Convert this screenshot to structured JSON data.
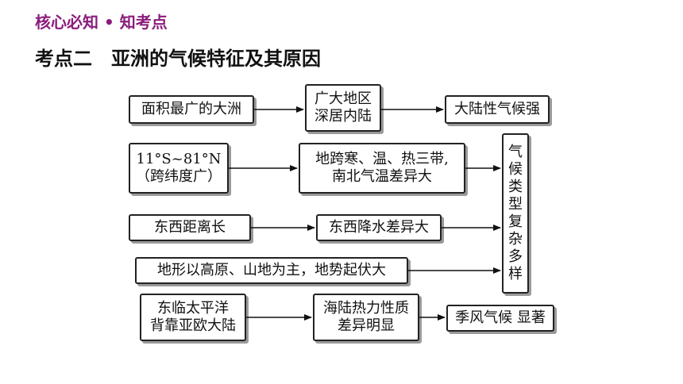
{
  "header": "核心必知 • 知考点",
  "title": "考点二　亚洲的气候特征及其原因",
  "colors": {
    "header": "#8a1c7c",
    "box_border": "#222222",
    "shadow": "#9a9a9a"
  },
  "row1": {
    "cause": "面积最广的大洲",
    "middle": [
      "广大地区",
      "深居内陆"
    ],
    "result": "大陆性气候强"
  },
  "row2": {
    "cause": [
      "11°S~81°N",
      "（跨纬度广）"
    ],
    "middle": [
      "地跨寒、温、热三带,",
      "南北气温差异大"
    ]
  },
  "row3": {
    "cause": "东西距离长",
    "middle": "东西降水差异大"
  },
  "row4": {
    "cause": "地形以高原、山地为主，地势起伏大"
  },
  "vertical_result": [
    "气",
    "候",
    "类",
    "型",
    "复",
    "杂",
    "多",
    "样"
  ],
  "row5": {
    "cause": [
      "东临太平洋",
      "背靠亚欧大陆"
    ],
    "middle": [
      "海陆热力性质",
      "差异明显"
    ],
    "result": "季风气候 显著"
  }
}
